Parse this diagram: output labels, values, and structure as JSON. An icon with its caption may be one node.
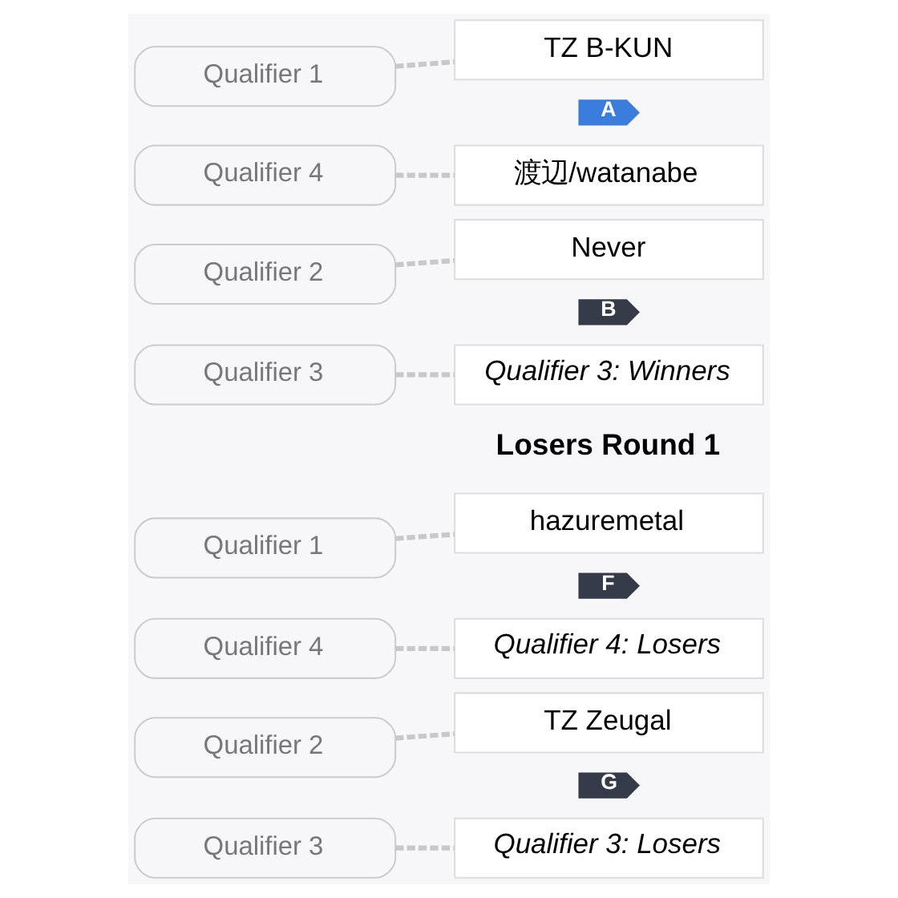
{
  "diagram": {
    "nodes": [
      {
        "text": [
          "Qualifier 1"
        ]
      },
      {
        "text": [
          "Qualifier 4"
        ]
      },
      {
        "text": [
          "A"
        ]
      },
      {
        "text": [
          "TZ B-KUN"
        ]
      },
      {
        "text": [
          "渡辺/watanabe"
        ]
      },
      {
        "text": [
          "Qualifier 2"
        ]
      },
      {
        "text": [
          "Qualifier 3"
        ]
      },
      {
        "text": [
          "B"
        ]
      },
      {
        "text": [
          "Never"
        ]
      },
      {
        "text": [
          "Qualifier 3: Winners"
        ]
      },
      {
        "text": [
          "Qualifier 1"
        ]
      },
      {
        "text": [
          "Qualifier 4"
        ]
      },
      {
        "text": [
          "F"
        ]
      },
      {
        "text": [
          "hazuremetal"
        ]
      },
      {
        "text": [
          "Qualifier 4: Losers"
        ]
      },
      {
        "text": [
          "Qualifier 2"
        ]
      },
      {
        "text": [
          "Qualifier 3"
        ]
      },
      {
        "text": [
          "G"
        ]
      },
      {
        "text": [
          "TZ Zeugal"
        ]
      },
      {
        "text": [
          "Qualifier 3: Losers"
        ]
      }
    ],
    "edges": [
      {
        "from": 0,
        "to": 3,
        "arrow": "none",
        "style": "dashed"
      },
      {
        "from": 1,
        "to": 4,
        "arrow": "none",
        "style": "dashed"
      },
      {
        "from": 5,
        "to": 8,
        "arrow": "none",
        "style": "dashed"
      },
      {
        "from": 6,
        "to": 9,
        "arrow": "none",
        "style": "dashed"
      },
      {
        "from": 10,
        "to": 13,
        "arrow": "none",
        "style": "dashed"
      },
      {
        "from": 11,
        "to": 14,
        "arrow": "none",
        "style": "dashed"
      },
      {
        "from": 15,
        "to": 18,
        "arrow": "none",
        "style": "dashed"
      },
      {
        "from": 16,
        "to": 19,
        "arrow": "none",
        "style": "dashed"
      }
    ],
    "labels": [
      "Losers Round 1"
    ]
  }
}
